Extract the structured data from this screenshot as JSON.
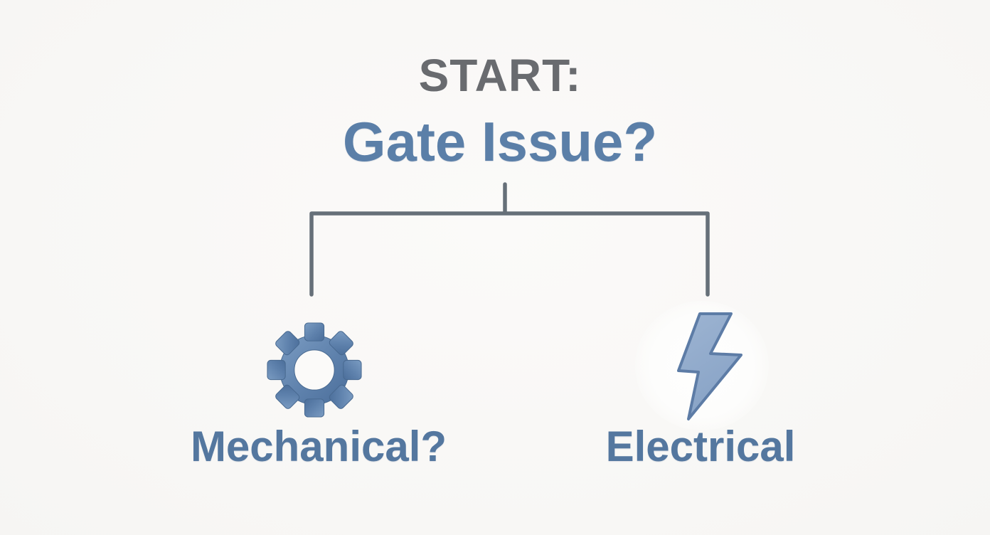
{
  "title": {
    "start": "START:",
    "question": "Gate Issue?"
  },
  "branches": [
    {
      "name": "mechanical",
      "icon": "gear-icon",
      "label": "Mechanical?"
    },
    {
      "name": "electrical",
      "icon": "lightning-bolt-icon",
      "label": "Electrical"
    }
  ],
  "colors": {
    "background": "#f8f7f5",
    "start_text": "#696b6f",
    "question_text": "#5b7fa8",
    "label_text": "#54779f",
    "connector": "#667079",
    "gear_gradient_light": "#7b9cc2",
    "gear_gradient_dark": "#4b6e9a",
    "bolt_fill_light": "#9db4d2",
    "bolt_fill_dark": "#88a3c6",
    "bolt_stroke": "#5d7ca6"
  }
}
